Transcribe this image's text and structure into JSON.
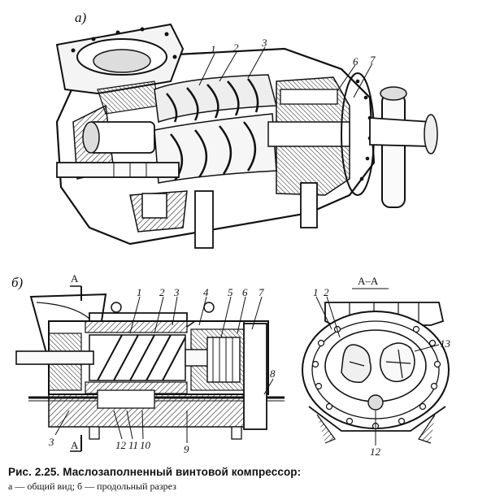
{
  "panels": {
    "a": "а)",
    "b": "б)"
  },
  "section": {
    "title": "А–А",
    "mark_top": "А",
    "mark_bottom": "А"
  },
  "callouts_top": [
    "1",
    "2",
    "3",
    "6",
    "7"
  ],
  "callouts_bottom": [
    "1",
    "2",
    "3",
    "4",
    "5",
    "6",
    "7",
    "8",
    "3",
    "12",
    "11",
    "10",
    "9"
  ],
  "callouts_section": [
    "1",
    "2",
    "13",
    "12"
  ],
  "caption": {
    "title": "Рис. 2.25. Маслозаполненный винтовой компрессор:",
    "subtitle": "а — общий вид; б — продольный разрез"
  }
}
